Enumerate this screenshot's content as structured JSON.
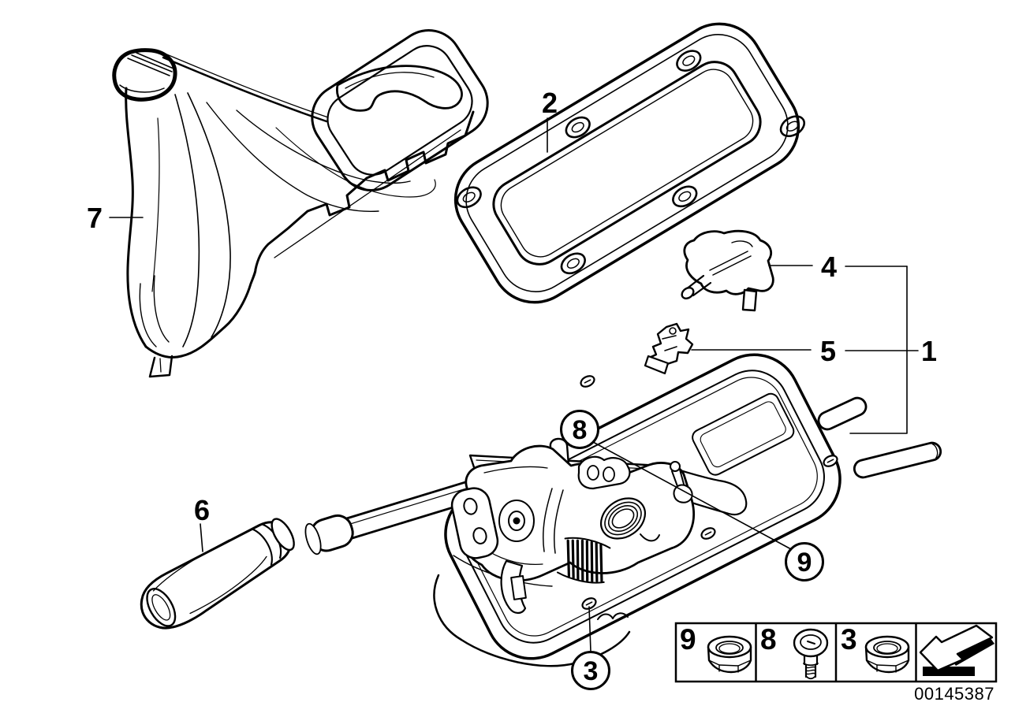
{
  "diagram": {
    "background_color": "#ffffff",
    "line_color": "#000000",
    "callouts": [
      {
        "label": "7",
        "style": "plain"
      },
      {
        "label": "2",
        "style": "plain"
      },
      {
        "label": "4",
        "style": "plain"
      },
      {
        "label": "5",
        "style": "plain"
      },
      {
        "label": "1",
        "style": "plain"
      },
      {
        "label": "6",
        "style": "plain"
      },
      {
        "label": "8",
        "style": "circled"
      },
      {
        "label": "9",
        "style": "circled"
      },
      {
        "label": "3",
        "style": "circled"
      }
    ],
    "legend": {
      "cells": [
        {
          "label": "9",
          "icon": "lock-nut-icon"
        },
        {
          "label": "8",
          "icon": "ball-pin-icon"
        },
        {
          "label": "3",
          "icon": "lock-nut-icon"
        },
        {
          "label": "",
          "icon": "direction-arrow-icon"
        }
      ]
    },
    "image_number": "00145387"
  }
}
